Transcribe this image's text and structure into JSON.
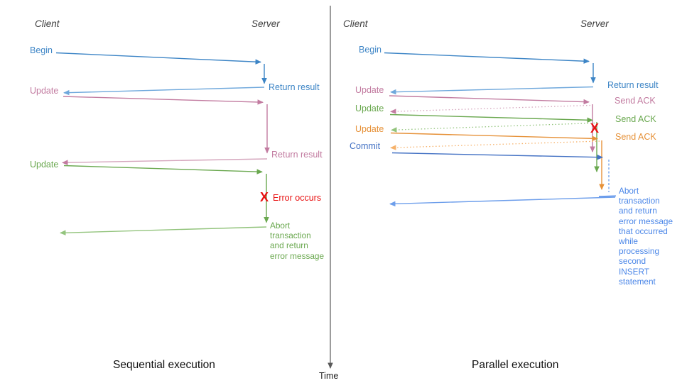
{
  "colors": {
    "blue": "#3d85c6",
    "light_blue": "#6fa8dc",
    "pink": "#c27ba0",
    "light_pink": "#d5a6bd",
    "green": "#6aa84f",
    "light_green": "#93c47d",
    "orange": "#e69138",
    "light_orange": "#f6b26b",
    "commit_blue": "#4472c4",
    "cornflower_blue": "#6d9eeb",
    "abort_text_blue": "#4a86e8",
    "error_red": "#e81010",
    "axis_gray": "#595959",
    "header_gray": "#3d3d3d"
  },
  "time_axis": {
    "label": "Time"
  },
  "left_panel": {
    "caption": "Sequential execution",
    "client_header": "Client",
    "server_header": "Server",
    "begin_label": "Begin",
    "return_result_1_label": "Return result",
    "update_1_label": "Update",
    "return_result_2_label": "Return result",
    "update_2_label": "Update",
    "error_x": "X",
    "error_label": "Error occurs",
    "abort_label": "Abort\ntransaction\nand return\nerror message"
  },
  "right_panel": {
    "caption": "Parallel execution",
    "client_header": "Client",
    "server_header": "Server",
    "begin_label": "Begin",
    "return_result_label": "Return result",
    "update_1_label": "Update",
    "update_2_label": "Update",
    "update_3_label": "Update",
    "commit_label": "Commit",
    "send_ack_1_label": "Send ACK",
    "send_ack_2_label": "Send ACK",
    "send_ack_3_label": "Send ACK",
    "error_x": "X",
    "abort_label": "Abort\ntransaction\nand return\nerror message\nthat occurred\nwhile\nprocessing\nsecond\nINSERT\nstatement"
  }
}
